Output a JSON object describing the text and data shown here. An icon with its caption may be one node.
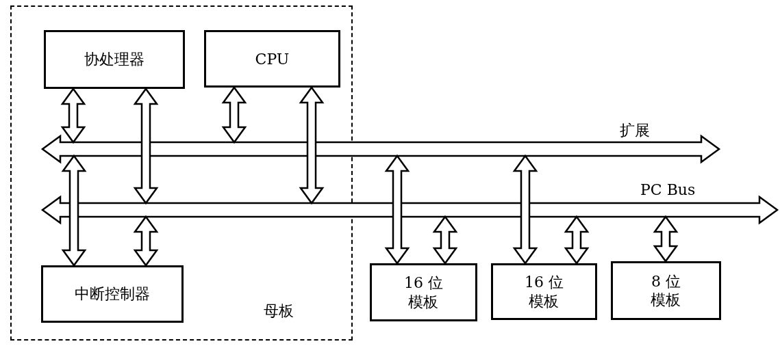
{
  "diagram": {
    "nodes": [
      {
        "text": [
          "母板"
        ]
      },
      {
        "text": [
          "协处理器"
        ],
        "in": 0
      },
      {
        "text": [
          "CPU"
        ],
        "in": 0
      },
      {
        "text": [
          "中断控制器"
        ],
        "in": 0
      },
      {
        "text": [
          "扩展"
        ]
      },
      {
        "text": [
          "PC Bus"
        ]
      },
      {
        "text": [
          "16 位模板"
        ]
      },
      {
        "text": [
          "16 位模板"
        ]
      },
      {
        "text": [
          "8 位模板"
        ]
      }
    ],
    "edges": [
      {
        "from": 1,
        "to": 4,
        "arrow": "both"
      },
      {
        "from": 1,
        "to": 5,
        "arrow": "both"
      },
      {
        "from": 2,
        "to": 4,
        "arrow": "both"
      },
      {
        "from": 2,
        "to": 5,
        "arrow": "both"
      },
      {
        "from": 4,
        "to": 3,
        "arrow": "both"
      },
      {
        "from": 5,
        "to": 3,
        "arrow": "both"
      },
      {
        "from": 4,
        "to": 6,
        "arrow": "both"
      },
      {
        "from": 5,
        "to": 6,
        "arrow": "both"
      },
      {
        "from": 4,
        "to": 7,
        "arrow": "both"
      },
      {
        "from": 5,
        "to": 7,
        "arrow": "both"
      },
      {
        "from": 5,
        "to": 8,
        "arrow": "both"
      }
    ]
  }
}
